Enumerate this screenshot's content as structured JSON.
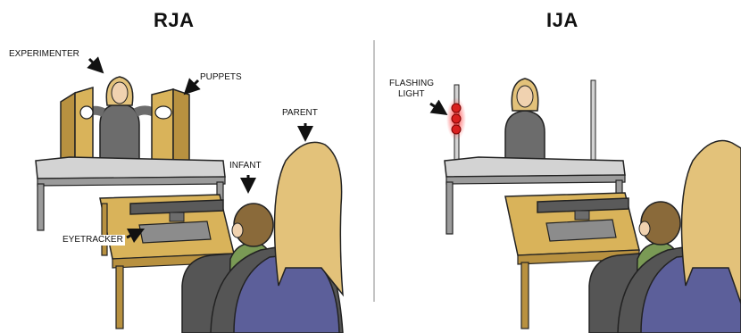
{
  "panels": {
    "rja": {
      "title": "RJA"
    },
    "ija": {
      "title": "IJA"
    }
  },
  "labels": {
    "experimenter": "EXPERIMENTER",
    "puppets": "PUPPETS",
    "parent": "PARENT",
    "infant": "INFANT",
    "eyetracker": "EYETRACKER",
    "flashing_light_line1": "FLASHING",
    "flashing_light_line2": "LIGHT"
  },
  "colors": {
    "wood": "#d9b35a",
    "wood_dark": "#b89140",
    "table_top": "#d3d3d3",
    "table_side": "#9b9b9b",
    "shirt": "#6c6c6c",
    "hair": "#e3c27a",
    "skin": "#f0d2b0",
    "parent_shirt": "#5c5f9a",
    "infant_shirt": "#7a9a55",
    "infant_hair": "#8a6a3a",
    "chair": "#555555",
    "light": "#d8201f"
  }
}
